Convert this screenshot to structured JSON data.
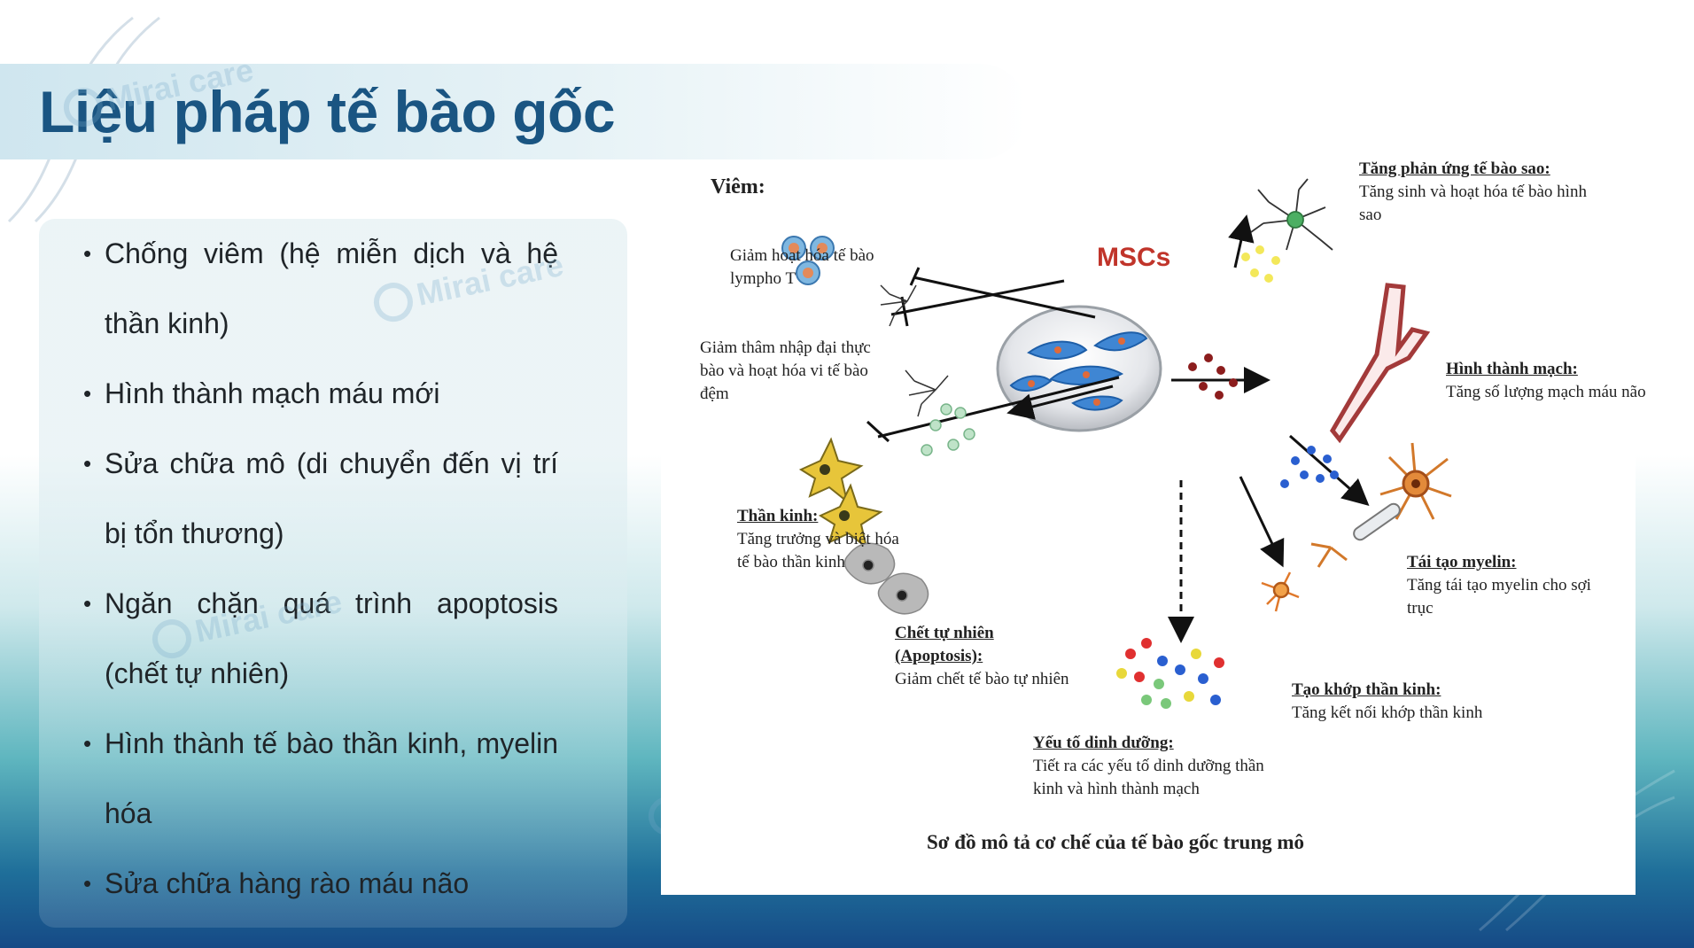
{
  "slide": {
    "title": "Liệu pháp tế bào gốc",
    "watermark": "Mirai care",
    "accent_color": "#1a5582"
  },
  "bullets": [
    "Chống viêm (hệ miễn dịch và hệ thần kinh)",
    "Hình thành mạch máu mới",
    "Sửa chữa mô (di chuyển đến vị trí bị tổn thương)",
    "Ngăn chặn quá trình apoptosis (chết tự nhiên)",
    "Hình thành tế bào thần kinh, myelin hóa",
    "Sửa chữa hàng rào máu não"
  ],
  "diagram": {
    "inflammation_heading": "Viêm:",
    "center_label": "MSCs",
    "caption": "Sơ đồ mô tả cơ chế của tế bào gốc trung mô",
    "lympho": "Giảm hoạt hóa tế bào lympho T",
    "macro": "Giảm thâm nhập đại thực bào và hoạt hóa vi tế bào đệm",
    "neuro_title": "Thần kinh:",
    "neuro_desc": "Tăng trưởng và biệt hóa tế bào thần kinh",
    "apop_title": "Chết tự nhiên (Apoptosis):",
    "apop_desc": "Giảm chết tế bào tự nhiên",
    "troph_title": "Yếu tố dinh dưỡng:",
    "troph_desc": "Tiết ra các yếu tố dinh dưỡng thần kinh và hình thành mạch",
    "synapse_title": "Tạo khớp thần kinh:",
    "synapse_desc": "Tăng kết nối khớp thần kinh",
    "myelin_title": "Tái tạo myelin:",
    "myelin_desc": "Tăng tái tạo myelin cho sợi trục",
    "vessel_title": "Hình thành mạch:",
    "vessel_desc": "Tăng số lượng mạch máu não",
    "astro_title": "Tăng phản ứng tế bào sao:",
    "astro_desc": "Tăng sinh và hoạt hóa tế bào hình sao"
  }
}
